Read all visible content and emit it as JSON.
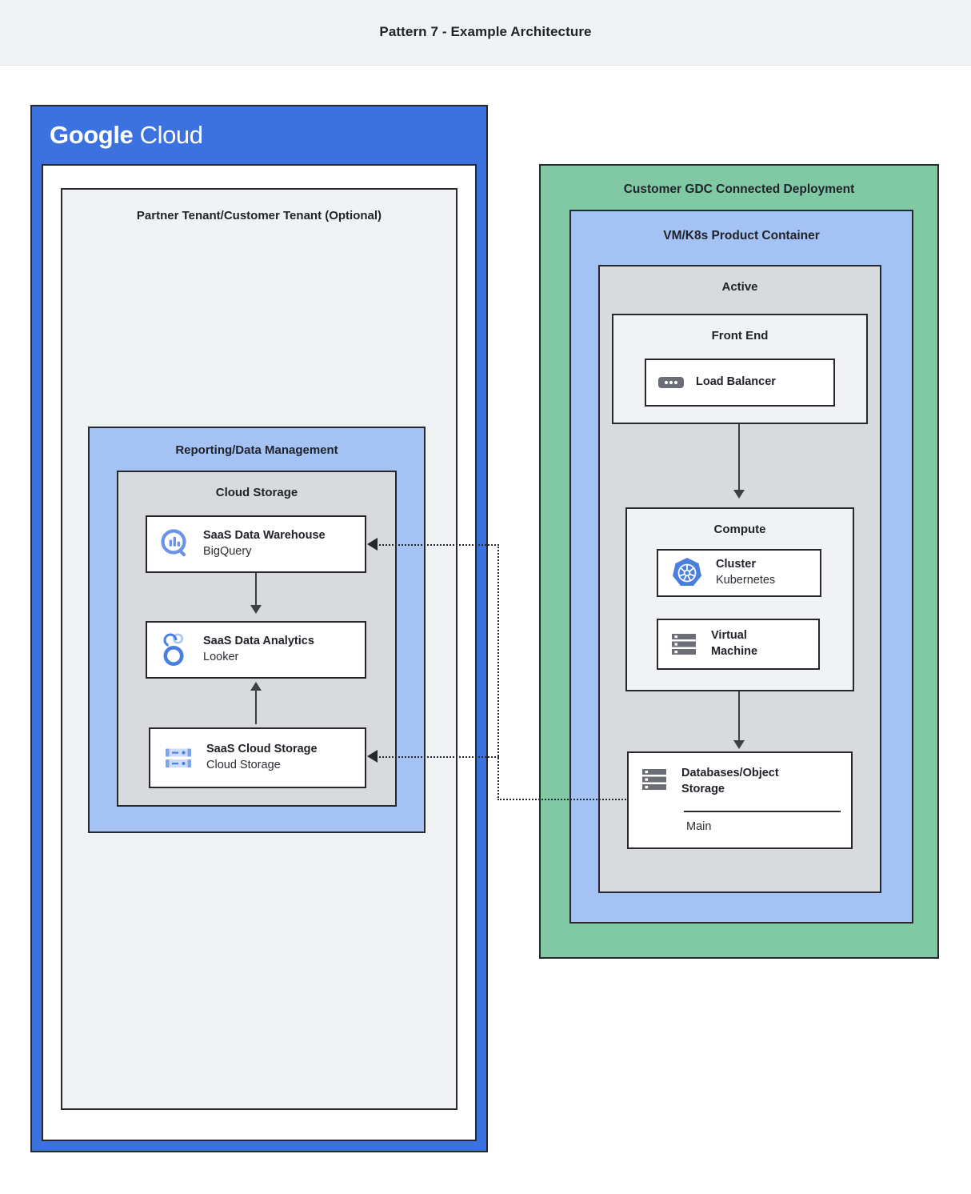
{
  "header": {
    "title": "Pattern 7 - Example Architecture"
  },
  "google_cloud": {
    "logo_bold": "Google",
    "logo_light": "Cloud",
    "background_color": "#3c72df",
    "tenant": {
      "title": "Partner Tenant/Customer Tenant (Optional)",
      "background_color": "#f1f2f4"
    },
    "reporting": {
      "title": "Reporting/Data Management",
      "background_color": "#a4c2f4",
      "cloud_storage_group": {
        "title": "Cloud Storage",
        "background_color": "#d8dadd",
        "items": [
          {
            "title": "SaaS Data Warehouse",
            "subtitle": "BigQuery",
            "icon": "bigquery-icon"
          },
          {
            "title": "SaaS Data Analytics",
            "subtitle": "Looker",
            "icon": "looker-icon"
          },
          {
            "title": "SaaS Cloud Storage",
            "subtitle": "Cloud Storage",
            "icon": "cloud-storage-icon"
          }
        ]
      }
    }
  },
  "gdc": {
    "title": "Customer GDC Connected Deployment",
    "background_color": "#81c9a5",
    "product_container": {
      "title": "VM/K8s Product Container",
      "background_color": "#a4c2f4",
      "active": {
        "title": "Active",
        "background_color": "#d8dadd",
        "front_end": {
          "title": "Front End",
          "background_color": "#f1f2f4",
          "items": [
            {
              "title": "Load Balancer",
              "subtitle": "",
              "icon": "load-balancer-icon"
            }
          ]
        },
        "compute": {
          "title": "Compute",
          "background_color": "#f1f2f4",
          "items": [
            {
              "title": "Cluster",
              "subtitle": "Kubernetes",
              "icon": "kubernetes-icon"
            },
            {
              "title": "Virtual",
              "subtitle": "Machine",
              "icon": "virtual-machine-icon"
            }
          ]
        },
        "database": {
          "title_line1": "Databases/Object",
          "title_line2": "Storage",
          "icon": "database-icon",
          "footer_label": "Main"
        }
      }
    }
  },
  "connectors": {
    "solid_color": "#3c3f45",
    "dotted_color": "#26282d",
    "edges": [
      {
        "from": "SaaS Data Warehouse",
        "to": "SaaS Data Analytics",
        "style": "solid",
        "direction": "down"
      },
      {
        "from": "SaaS Cloud Storage",
        "to": "SaaS Data Analytics",
        "style": "solid",
        "direction": "up"
      },
      {
        "from": "Load Balancer",
        "to": "Compute",
        "style": "solid",
        "direction": "down"
      },
      {
        "from": "Compute",
        "to": "Databases/Object Storage",
        "style": "solid",
        "direction": "down"
      },
      {
        "from": "Databases/Object Storage",
        "to": "SaaS Data Warehouse",
        "style": "dotted",
        "direction": "left"
      },
      {
        "from": "Databases/Object Storage",
        "to": "SaaS Cloud Storage",
        "style": "dotted",
        "direction": "left"
      }
    ]
  }
}
